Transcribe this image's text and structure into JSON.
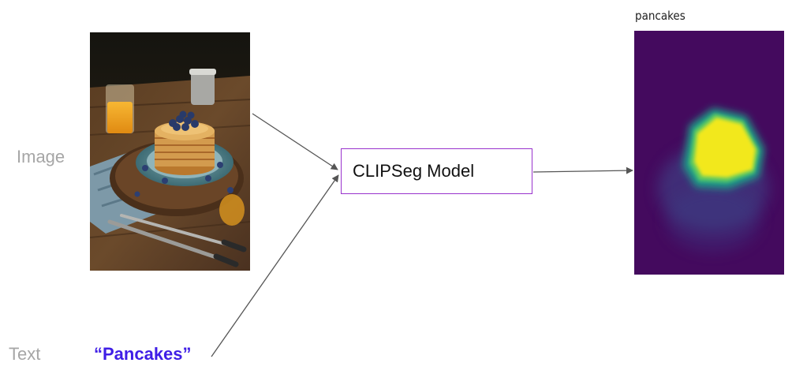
{
  "labels": {
    "image": "Image",
    "text": "Text"
  },
  "model": {
    "label": "CLIPSeg Model",
    "border_color": "#9932cc"
  },
  "prompt": {
    "text": "“Pancakes”",
    "color": "#3f1ee6"
  },
  "output": {
    "title": "pancakes",
    "colormap": "viridis"
  },
  "input_image": {
    "subject": "stack of pancakes with blueberries, orange juice, coffee cup, fork and knife on a wooden table"
  },
  "colors": {
    "side_label": "#a6a6a6",
    "arrow": "#555555",
    "mask_background": "#440a5e",
    "mask_foreground": "#f2e81c"
  }
}
